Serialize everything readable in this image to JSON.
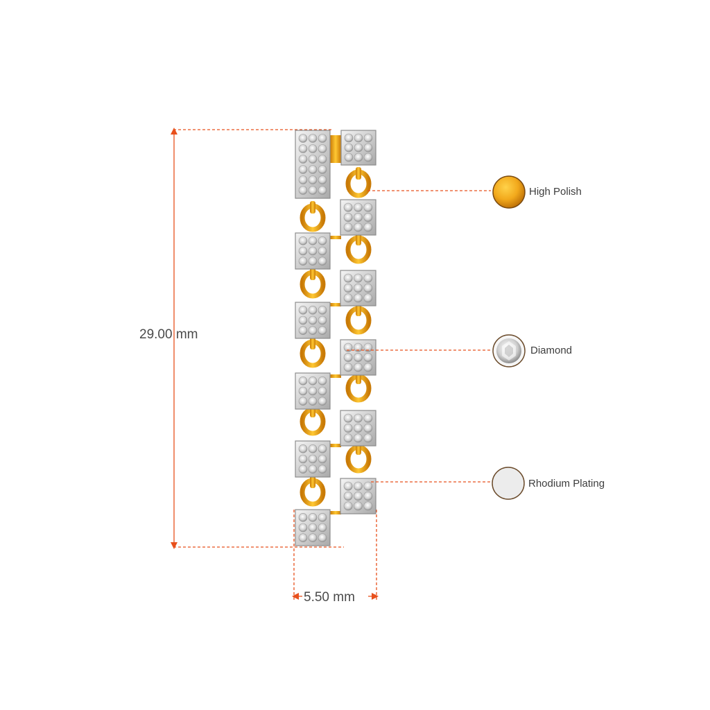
{
  "dimensions": {
    "height_label": "29.00 mm",
    "width_label": "5.50 mm"
  },
  "materials": [
    {
      "label": "High Polish",
      "swatch": "gold-swatch"
    },
    {
      "label": "Diamond",
      "swatch": "diamond-swatch"
    },
    {
      "label": "Rhodium Plating",
      "swatch": "rhodium-swatch"
    }
  ],
  "colors": {
    "guide": "#e8501c",
    "gold": "#f2a91c",
    "gold_dark": "#c97a06",
    "rhodium": "#ececec",
    "swatch_border": "#7a4a10"
  }
}
